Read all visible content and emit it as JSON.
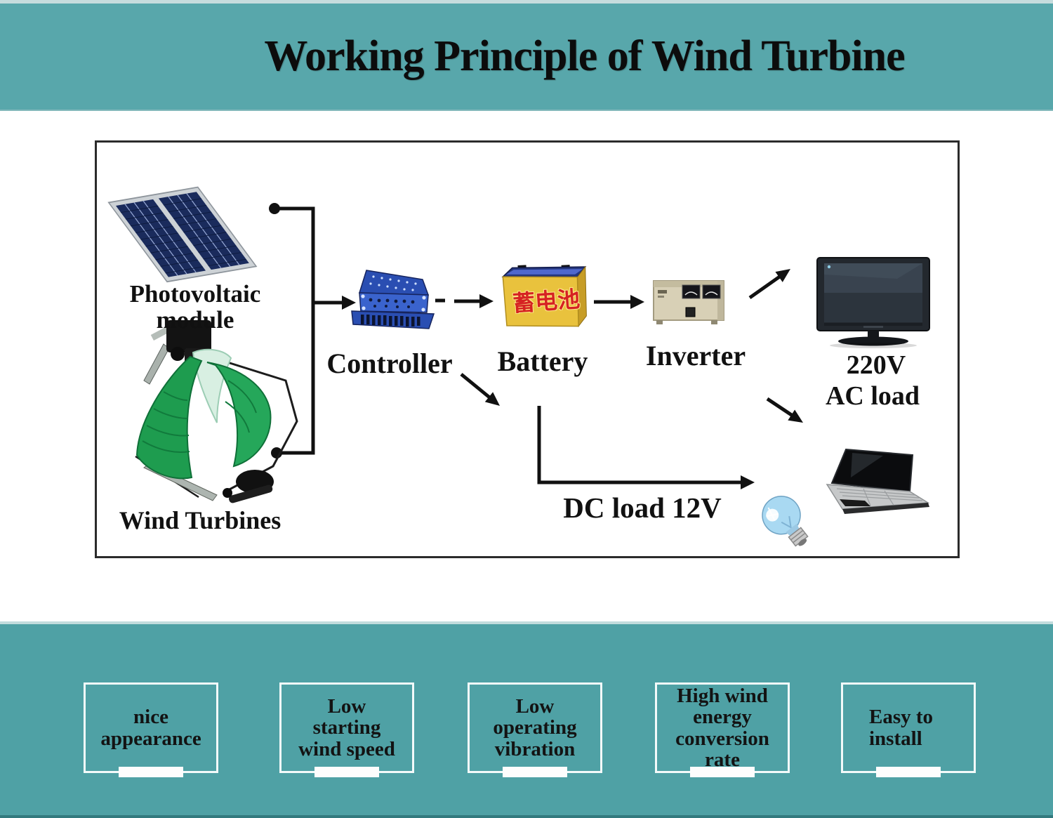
{
  "header": {
    "title": "Working Principle of Wind Turbine"
  },
  "diagram": {
    "photovoltaic_label": "Photovoltaic module",
    "wind_label": "Wind Turbines",
    "controller_label": "Controller",
    "battery_label": "Battery",
    "battery_text_chinese": "蓄电池",
    "inverter_label": "Inverter",
    "ac_voltage": "220V",
    "ac_load_label": "AC load",
    "dc_load_label": "DC load 12V",
    "icons": {
      "solar_panel": "solar-panel-icon",
      "wind_turbine": "wind-turbine-icon",
      "controller": "charge-controller-icon",
      "battery": "battery-icon",
      "inverter": "inverter-icon",
      "tv": "tv-icon",
      "laptop": "laptop-icon",
      "bulb": "light-bulb-icon"
    }
  },
  "features": [
    {
      "label": "nice appearance"
    },
    {
      "label": "Low starting wind speed"
    },
    {
      "label": "Low operating vibration"
    },
    {
      "label": "High wind energy conversion rate"
    },
    {
      "label": "Easy to install"
    }
  ],
  "colors": {
    "banner_teal_top": "#58a7ab",
    "banner_teal_bottom": "#4fa1a5",
    "line_black": "#111111",
    "battery_yellow": "#e9c23d",
    "battery_blue_top": "#24367e",
    "battery_text_red": "#d62222",
    "turbine_green": "#1e9c4f",
    "controller_blue": "#3a63cd",
    "inverter_beige": "#d8d0b6",
    "bulb_blue": "#a9d9f2"
  }
}
